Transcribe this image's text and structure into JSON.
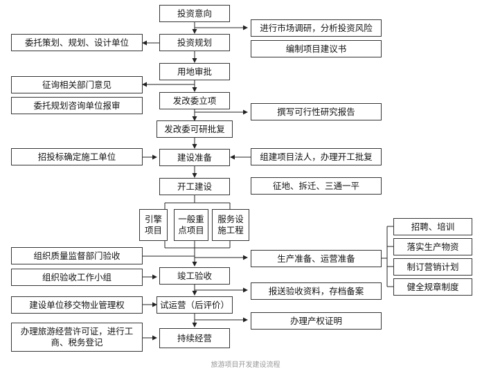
{
  "flowchart": {
    "main": [
      "投资意向",
      "投资规划",
      "用地审批",
      "发改委立项",
      "发改委可研批复",
      "建设准备",
      "开工建设",
      "竣工验收",
      "试运营（后评价）",
      "持续经营"
    ],
    "project_types": [
      "引擎项目",
      "一般重点项目",
      "服务设施工程"
    ],
    "right": [
      "进行市场调研，分析投资风险",
      "编制项目建议书",
      "撰写可行性研究报告",
      "组建项目法人，办理开工批复",
      "征地、拆迁、三通一平",
      "生产准备、运营准备",
      "报送验收资料，存档备案",
      "办理产权证明"
    ],
    "left": [
      "委托策划、规划、设计单位",
      "征询相关部门意见",
      "委托规划咨询单位报审",
      "招投标确定施工单位",
      "组织质量监督部门验收",
      "组织验收工作小组",
      "建设单位移交物业管理权",
      "办理旅游经营许可证，进行工商、税务登记"
    ],
    "far_right": [
      "招聘、培训",
      "落实生产物资",
      "制订营销计划",
      "健全规章制度"
    ]
  },
  "caption": "旅游项目开发建设流程"
}
